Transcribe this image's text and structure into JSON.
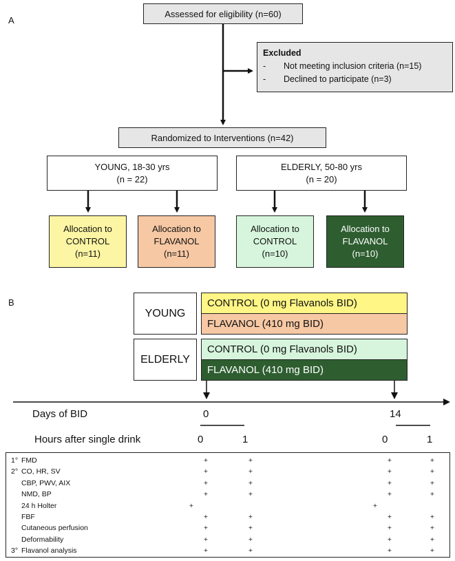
{
  "panel_a": {
    "label": "A",
    "assessed": "Assessed for eligibility (n=60)",
    "excluded_title": "Excluded",
    "excluded_items": [
      {
        "dash": "-",
        "text": "Not meeting inclusion criteria (n=15)"
      },
      {
        "dash": "-",
        "text": "Declined to participate (n=3)"
      }
    ],
    "randomized": "Randomized to Interventions (n=42)",
    "young": {
      "line1": "YOUNG, 18-30 yrs",
      "line2": "(n = 22)"
    },
    "elderly": {
      "line1": "ELDERLY, 50-80 yrs",
      "line2": "(n = 20)"
    },
    "allocations": [
      {
        "line1": "Allocation to",
        "line2": "CONTROL",
        "line3": "(n=11)",
        "color": "#fcf5a3"
      },
      {
        "line1": "Allocation to",
        "line2": "FLAVANOL",
        "line3": "(n=11)",
        "color": "#f7c8a4"
      },
      {
        "line1": "Allocation to",
        "line2": "CONTROL",
        "line3": "(n=10)",
        "color": "#d6f5dc"
      },
      {
        "line1": "Allocation to",
        "line2": "FLAVANOL",
        "line3": "(n=10)",
        "color": "#2e5e30"
      }
    ]
  },
  "panel_b": {
    "label": "B",
    "groups": [
      {
        "name": "YOUNG",
        "control": "CONTROL (0 mg Flavanols BID)",
        "flavanol": "FLAVANOL (410 mg BID)",
        "control_color": "#fff685",
        "flavanol_color": "#f7c8a4"
      },
      {
        "name": "ELDERLY",
        "control": "CONTROL (0 mg Flavanols BID)",
        "flavanol": "FLAVANOL (410 mg BID)",
        "control_color": "#d6f5dc",
        "flavanol_color": "#2e5e30"
      }
    ],
    "days_label": "Days of BID",
    "day0": "0",
    "day14": "14",
    "hours_label": "Hours after single drink",
    "h0a": "0",
    "h1a": "1",
    "h0b": "0",
    "h1b": "1",
    "measurements": [
      {
        "prefix": "1°",
        "label": "FMD",
        "marks": [
          0,
          1,
          1,
          0,
          1,
          1
        ]
      },
      {
        "prefix": "2°",
        "label": "CO, HR, SV",
        "marks": [
          0,
          1,
          1,
          0,
          1,
          1
        ]
      },
      {
        "prefix": "",
        "label": "CBP, PWV, AIX",
        "marks": [
          0,
          1,
          1,
          0,
          1,
          1
        ]
      },
      {
        "prefix": "",
        "label": "NMD, BP",
        "marks": [
          0,
          1,
          1,
          0,
          1,
          1
        ]
      },
      {
        "prefix": "",
        "label": "24 h Holter",
        "marks": [
          1,
          0,
          0,
          1,
          0,
          0
        ]
      },
      {
        "prefix": "",
        "label": "FBF",
        "marks": [
          0,
          1,
          1,
          0,
          1,
          1
        ]
      },
      {
        "prefix": "",
        "label": "Cutaneous perfusion",
        "marks": [
          0,
          1,
          1,
          0,
          1,
          1
        ]
      },
      {
        "prefix": "",
        "label": "Deformability",
        "marks": [
          0,
          1,
          1,
          0,
          1,
          1
        ]
      },
      {
        "prefix": "3°",
        "label": "Flavanol analysis",
        "marks": [
          0,
          1,
          1,
          0,
          1,
          1
        ]
      }
    ],
    "plus_symbol": "+"
  }
}
